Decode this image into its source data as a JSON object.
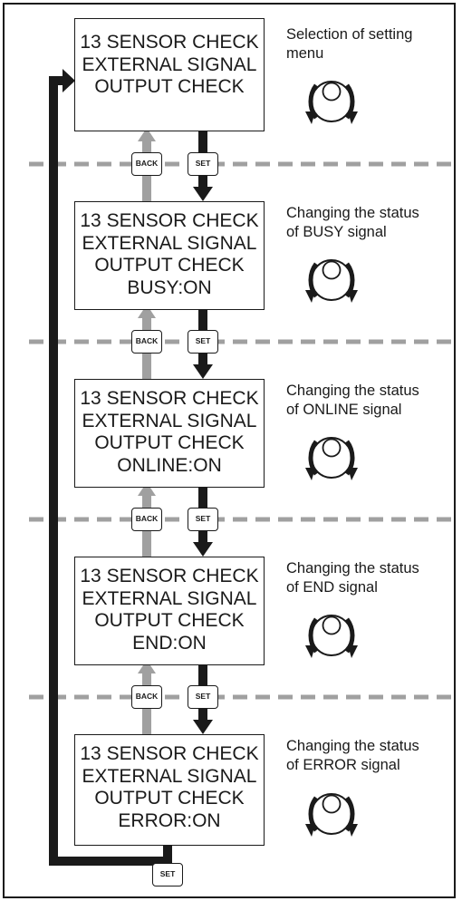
{
  "screens": [
    {
      "lines": [
        "13 SENSOR CHECK",
        "EXTERNAL SIGNAL",
        "OUTPUT CHECK"
      ]
    },
    {
      "lines": [
        "13 SENSOR CHECK",
        "EXTERNAL SIGNAL",
        "OUTPUT CHECK",
        "BUSY:ON"
      ]
    },
    {
      "lines": [
        "13 SENSOR CHECK",
        "EXTERNAL SIGNAL",
        "OUTPUT CHECK",
        "ONLINE:ON"
      ]
    },
    {
      "lines": [
        "13 SENSOR CHECK",
        "EXTERNAL SIGNAL",
        "OUTPUT CHECK",
        "END:ON"
      ]
    },
    {
      "lines": [
        "13 SENSOR CHECK",
        "EXTERNAL SIGNAL",
        "OUTPUT CHECK",
        "ERROR:ON"
      ]
    }
  ],
  "notes": [
    {
      "lines": [
        "Selection of setting",
        "menu"
      ]
    },
    {
      "lines": [
        "Changing the status",
        "of BUSY signal"
      ]
    },
    {
      "lines": [
        "Changing the status",
        "of ONLINE signal"
      ]
    },
    {
      "lines": [
        "Changing the status",
        "of END signal"
      ]
    },
    {
      "lines": [
        "Changing the status",
        "of ERROR signal"
      ]
    }
  ],
  "keys": {
    "back": "BACK",
    "set": "SET"
  },
  "icons": {
    "dial": "dial-knob-icon",
    "back_arrow": "arrow-up-icon",
    "set_arrow": "arrow-down-icon",
    "return_arrow": "loop-return-arrow-icon"
  },
  "colors": {
    "ink": "#1a1a1a",
    "back_arrow": "#a0a0a0",
    "dashed_divider": "#a0a0a0"
  }
}
